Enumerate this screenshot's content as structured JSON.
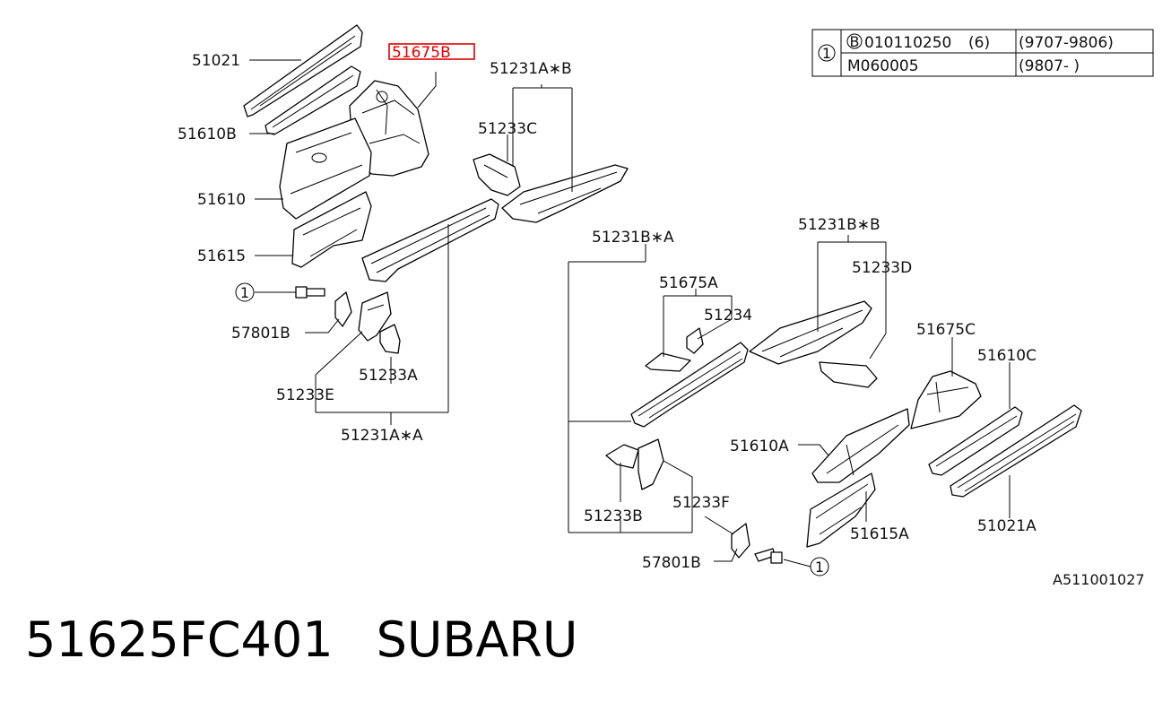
{
  "parts": {
    "p51021": "51021",
    "p51610B": "51610B",
    "p51675B": "51675B",
    "p51610": "51610",
    "p51615": "51615",
    "p51231AB": "51231A∗B",
    "p51233C": "51233C",
    "p57801B_left": "57801B",
    "p51233E": "51233E",
    "p51233A": "51233A",
    "p51231AA": "51231A∗A",
    "p51231BA": "51231B∗A",
    "p51675A": "51675A",
    "p51234": "51234",
    "p51231BB": "51231B∗B",
    "p51233D": "51233D",
    "p51675C": "51675C",
    "p51610C": "51610C",
    "p51610A": "51610A",
    "p51233B": "51233B",
    "p51233F": "51233F",
    "p51615A": "51615A",
    "p51021A": "51021A",
    "p57801B_right": "57801B"
  },
  "callout": {
    "ref": "1",
    "rows": [
      {
        "code_prefix": "B",
        "code": "010110250",
        "qty": "(6)",
        "range": "(9707-9806)"
      },
      {
        "code_prefix": "",
        "code": "M060005",
        "qty": "",
        "range": "(9807-      )"
      }
    ]
  },
  "highlighted_part": "51675B",
  "highlight_color": "#e00000",
  "figure_id": "A511001027",
  "caption": {
    "part_number": "51625FC401",
    "brand": "SUBARU"
  }
}
